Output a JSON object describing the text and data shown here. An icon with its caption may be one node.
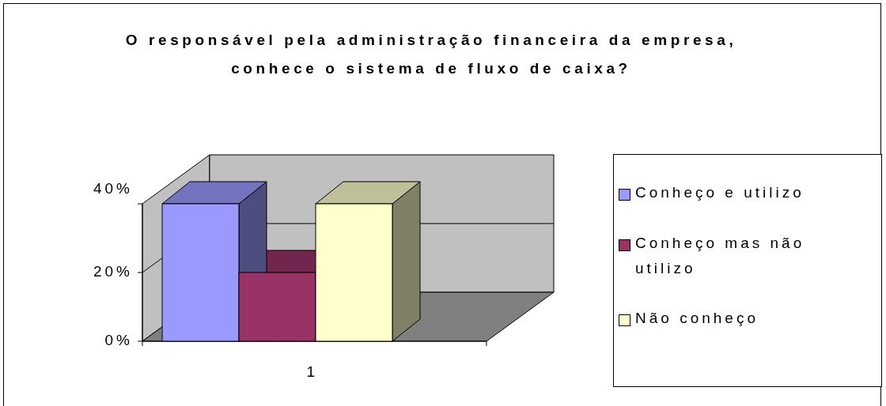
{
  "diagram": {
    "chart_data": {
      "type": "bar",
      "title": "O responsável pela administração financeira da empresa, conhece o sistema de fluxo de caixa?",
      "categories": [
        "1"
      ],
      "series": [
        {
          "name": "Conheço e utilizo",
          "color": "#9999ff",
          "values": [
            40
          ]
        },
        {
          "name": "Conheço mas não utilizo",
          "color": "#993366",
          "values": [
            20
          ]
        },
        {
          "name": "Não conheço",
          "color": "#ffffcc",
          "values": [
            40
          ]
        }
      ],
      "legend": "right",
      "ylim": [
        0,
        40
      ],
      "yticks": [
        {
          "value": 0,
          "label": "0%"
        },
        {
          "value": 20,
          "label": "20%"
        },
        {
          "value": 40,
          "label": "40%"
        }
      ]
    }
  }
}
